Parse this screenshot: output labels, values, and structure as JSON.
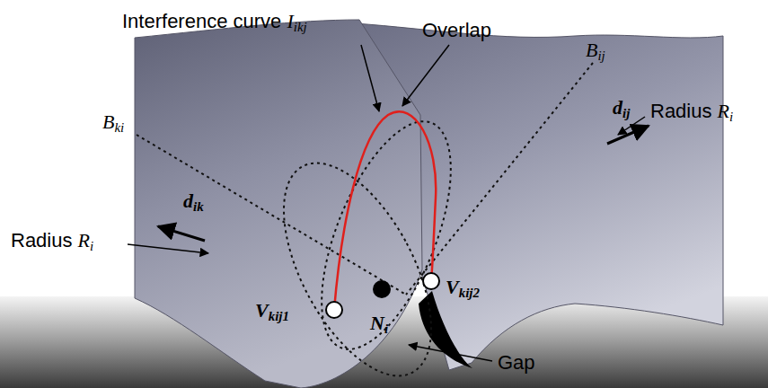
{
  "diagram": {
    "labels": [
      "Interference curve Iikj",
      "Overlap",
      "Bij",
      "Bki",
      "dij",
      "dik",
      "Radius Ri",
      "Radius Ri",
      "Vkij1",
      "Vkij2",
      "Ni",
      "Gap"
    ]
  }
}
